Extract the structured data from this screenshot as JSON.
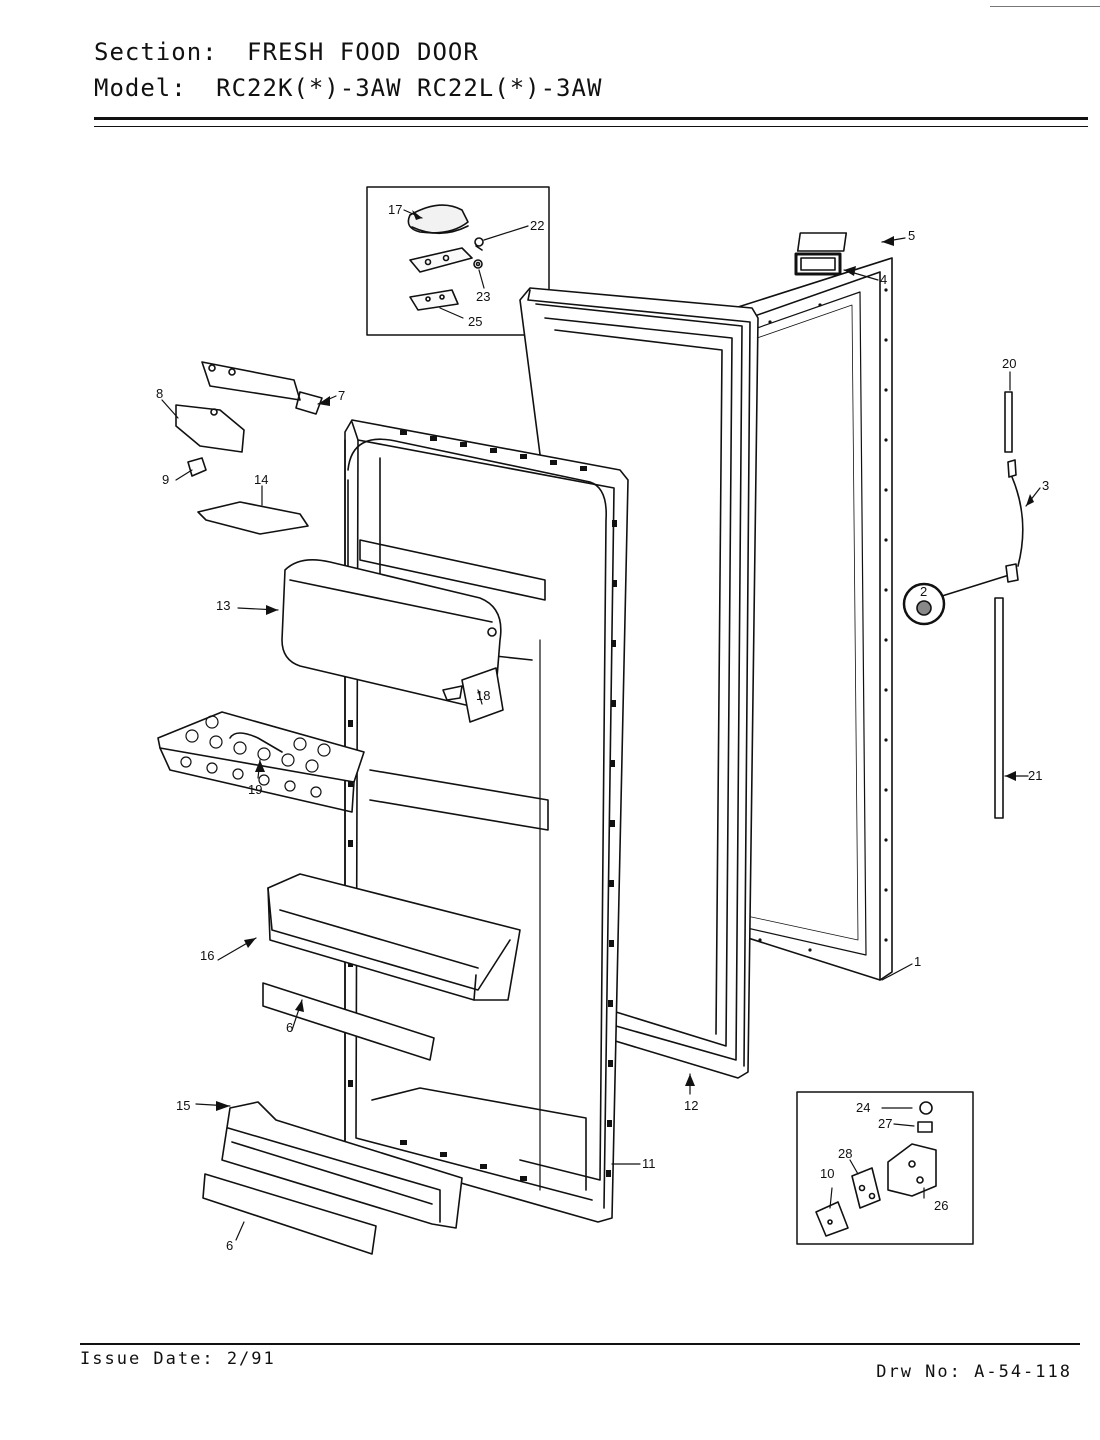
{
  "header": {
    "section_label": "Section:",
    "section_value": "FRESH FOOD DOOR",
    "model_label": "Model:",
    "model_value": "RC22K(*)-3AW  RC22L(*)-3AW"
  },
  "callouts": {
    "c1": "1",
    "c2": "2",
    "c3": "3",
    "c4": "4",
    "c5": "5",
    "c6a": "6",
    "c6b": "6",
    "c7": "7",
    "c8": "8",
    "c9": "9",
    "c10": "10",
    "c11": "11",
    "c12": "12",
    "c13": "13",
    "c14": "14",
    "c15": "15",
    "c16": "16",
    "c17": "17",
    "c18": "18",
    "c19": "19",
    "c20": "20",
    "c21": "21",
    "c22": "22",
    "c23": "23",
    "c24": "24",
    "c25": "25",
    "c26": "26",
    "c27": "27",
    "c28": "28"
  },
  "footer": {
    "issue_date": "Issue Date: 2/91",
    "drawing_number": "Drw No: A-54-118"
  }
}
